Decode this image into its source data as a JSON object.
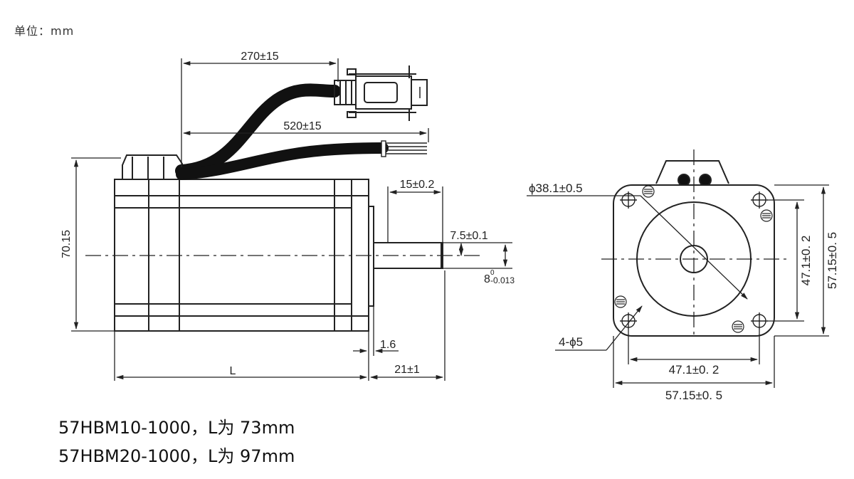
{
  "unit_label": "单位：mm",
  "side_view": {
    "dim_cable_connector": "270±15",
    "dim_cable_leads": "520±15",
    "dim_height": "70.15",
    "dim_shaft_length": "15±0.2",
    "dim_shaft_flat": "7.5±0.1",
    "dim_shaft_dia_main": "8",
    "dim_shaft_dia_upper": "0",
    "dim_shaft_dia_lower": "-0.013",
    "dim_pilot": "1.6",
    "dim_body_length": "L",
    "dim_shaft_total": "21±1"
  },
  "front_view": {
    "dim_pilot_dia": "ϕ38.1±0.5",
    "dim_holes": "4-ϕ5",
    "dim_hole_spacing_v": "47.1±0. 2",
    "dim_flange_v": "57.15±0. 5",
    "dim_hole_spacing_h": "47.1±0. 2",
    "dim_flange_h": "57.15±0. 5"
  },
  "models": [
    "57HBM10-1000，L为 73mm",
    "57HBM20-1000，L为 97mm"
  ]
}
